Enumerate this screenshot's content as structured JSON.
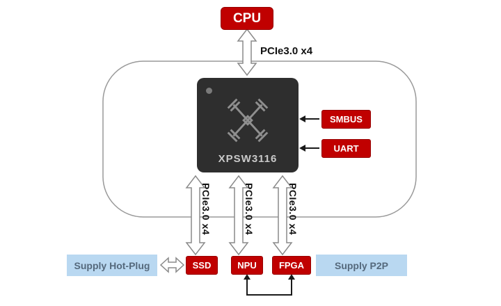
{
  "cpu": {
    "label": "CPU"
  },
  "top_link": {
    "label": "PCIe3.0 x4"
  },
  "chip": {
    "label": "XPSW3116"
  },
  "side_ports": [
    {
      "label": "SMBUS"
    },
    {
      "label": "UART"
    }
  ],
  "downstream": [
    {
      "link_label": "PCIe3.0 x4",
      "device": "SSD"
    },
    {
      "link_label": "PCIe3.0 x4",
      "device": "NPU"
    },
    {
      "link_label": "PCIe3.0 x4",
      "device": "FPGA"
    }
  ],
  "supplies": {
    "hot_plug": "Supply Hot-Plug",
    "p2p": "Supply P2P"
  },
  "colors": {
    "accent_red": "#c00000",
    "supply_blue": "#b9d8f1",
    "chip_body": "#2e2e2e",
    "outline_gray": "#999999"
  }
}
